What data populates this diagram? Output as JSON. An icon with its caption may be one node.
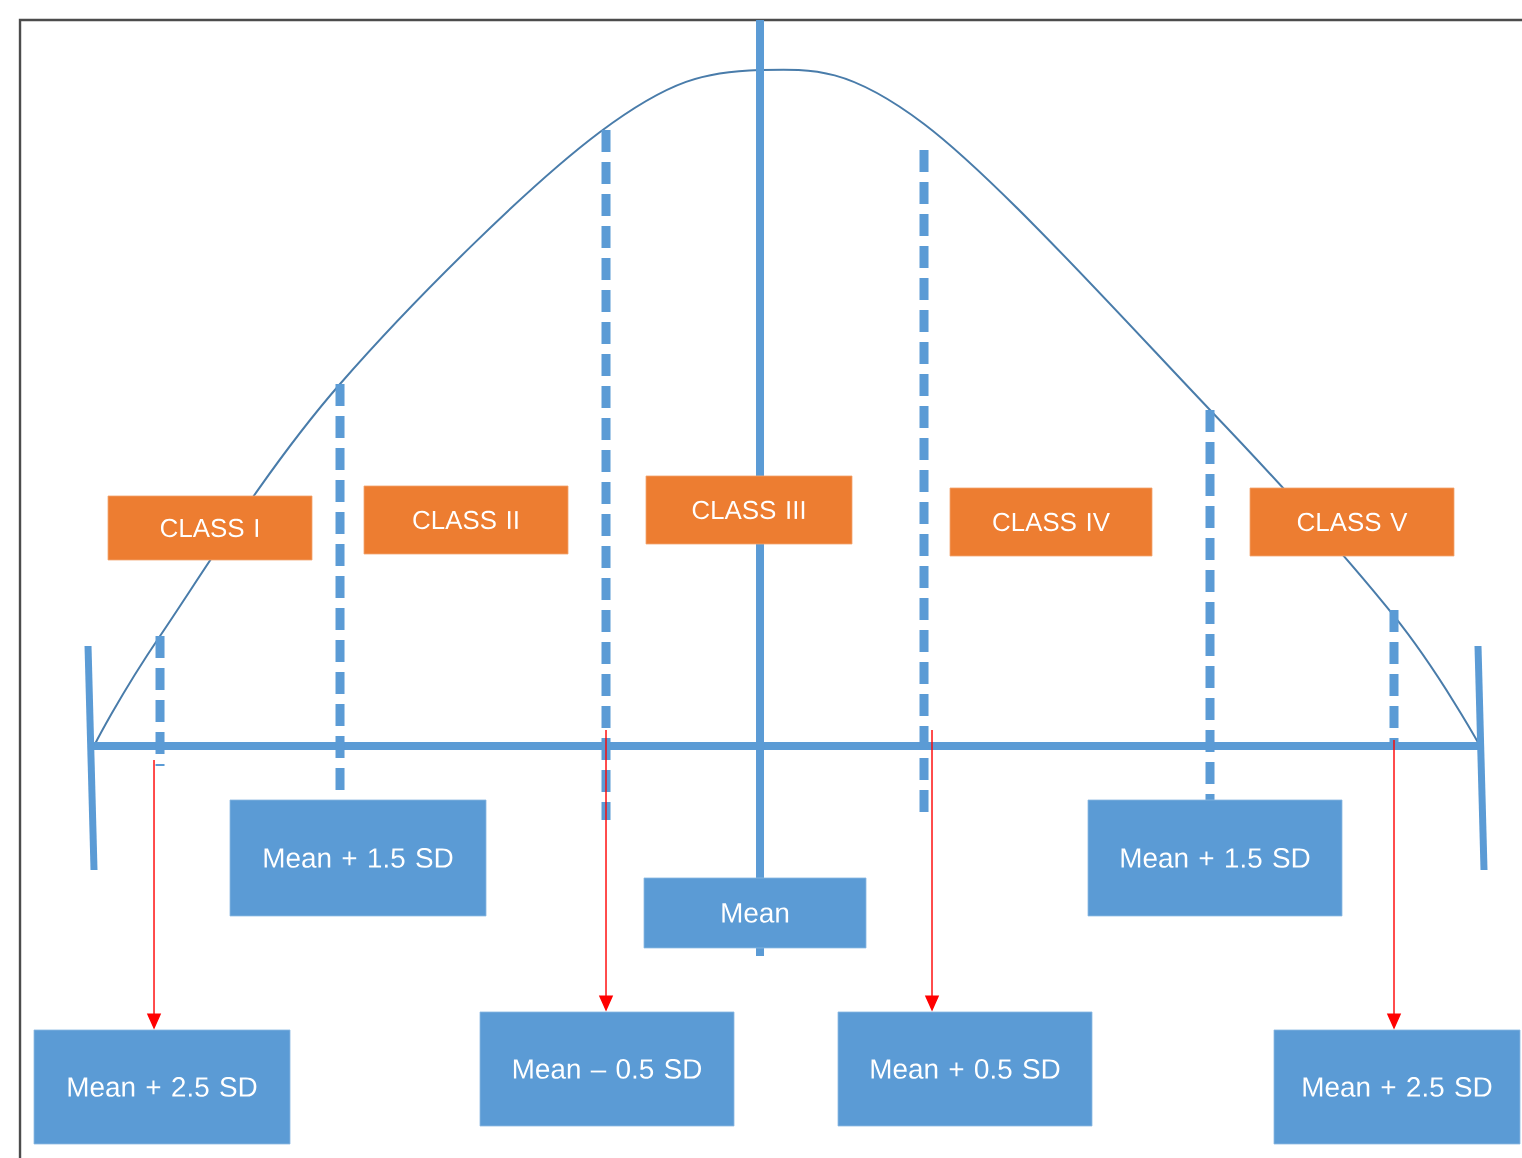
{
  "diagram": {
    "nodes": [
      {
        "text": [
          "CLASS I"
        ]
      },
      {
        "text": [
          "CLASS II"
        ]
      },
      {
        "text": [
          "CLASS III"
        ]
      },
      {
        "text": [
          "CLASS IV"
        ]
      },
      {
        "text": [
          "CLASS V"
        ]
      },
      {
        "text": [
          "Mean + 1.5 SD"
        ]
      },
      {
        "text": [
          "Mean"
        ]
      },
      {
        "text": [
          "Mean + 1.5 SD"
        ]
      },
      {
        "text": [
          "Mean + 2.5 SD"
        ]
      },
      {
        "text": [
          "Mean – 0.5 SD"
        ]
      },
      {
        "text": [
          "Mean + 0.5 SD"
        ]
      },
      {
        "text": [
          "Mean + 2.5 SD"
        ]
      }
    ],
    "edges": [
      {
        "from": null,
        "to": 8,
        "arrow": "to",
        "color": "#ff0000"
      },
      {
        "from": null,
        "to": 9,
        "arrow": "to",
        "color": "#ff0000"
      },
      {
        "from": null,
        "to": 10,
        "arrow": "to",
        "color": "#ff0000"
      },
      {
        "from": null,
        "to": 11,
        "arrow": "to",
        "color": "#ff0000"
      }
    ]
  }
}
